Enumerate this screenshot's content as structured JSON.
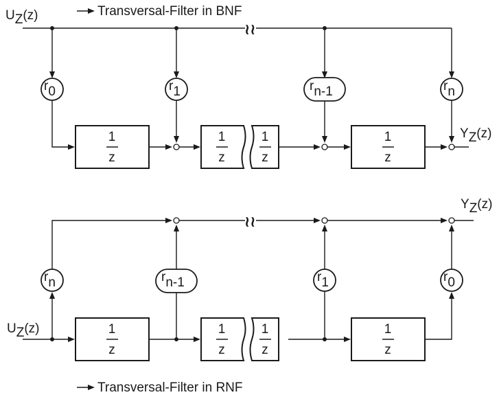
{
  "top": {
    "title": "Transversal-Filter in BNF",
    "input": {
      "main": "U",
      "sub": "Z",
      "arg": "(z)"
    },
    "output": {
      "main": "Y",
      "sub": "Z",
      "arg": "(z)"
    },
    "coefficients": [
      {
        "base": "r",
        "sub": "0"
      },
      {
        "base": "r",
        "sub": "1"
      },
      {
        "base": "r",
        "sub": "n-1"
      },
      {
        "base": "r",
        "sub": "n"
      }
    ],
    "delay": {
      "num": "1",
      "den": "z"
    },
    "break_mark": "≀≀"
  },
  "bottom": {
    "title": "Transversal-Filter in RNF",
    "input": {
      "main": "U",
      "sub": "Z",
      "arg": "(z)"
    },
    "output": {
      "main": "Y",
      "sub": "Z",
      "arg": "(z)"
    },
    "coefficients": [
      {
        "base": "r",
        "sub": "n"
      },
      {
        "base": "r",
        "sub": "n-1"
      },
      {
        "base": "r",
        "sub": "1"
      },
      {
        "base": "r",
        "sub": "0"
      }
    ],
    "delay": {
      "num": "1",
      "den": "z"
    },
    "break_mark": "≀≀"
  }
}
